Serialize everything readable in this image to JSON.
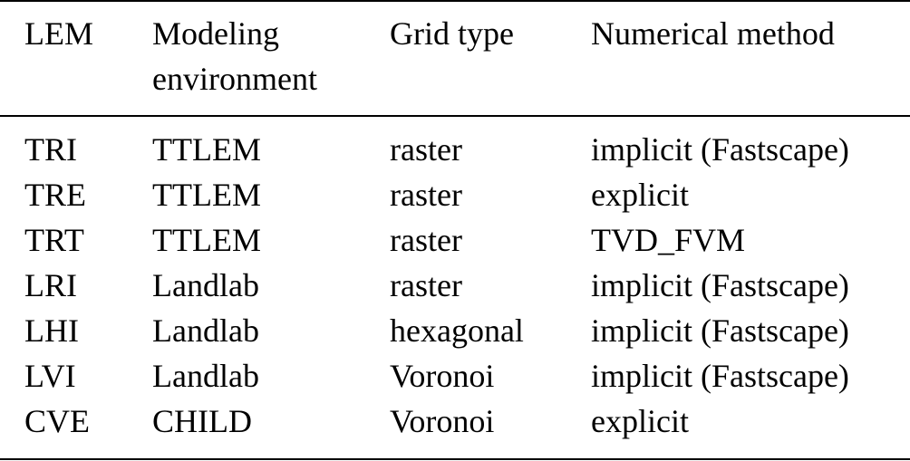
{
  "table": {
    "headers": [
      "LEM",
      "Modeling environment",
      "Grid type",
      "Numerical method"
    ],
    "rows": [
      [
        "TRI",
        "TTLEM",
        "raster",
        "implicit (Fastscape)"
      ],
      [
        "TRE",
        "TTLEM",
        "raster",
        "explicit"
      ],
      [
        "TRT",
        "TTLEM",
        "raster",
        "TVD_FVM"
      ],
      [
        "LRI",
        "Landlab",
        "raster",
        "implicit (Fastscape)"
      ],
      [
        "LHI",
        "Landlab",
        "hexagonal",
        "implicit (Fastscape)"
      ],
      [
        "LVI",
        "Landlab",
        "Voronoi",
        "implicit (Fastscape)"
      ],
      [
        "CVE",
        "CHILD",
        "Voronoi",
        "explicit"
      ]
    ]
  }
}
